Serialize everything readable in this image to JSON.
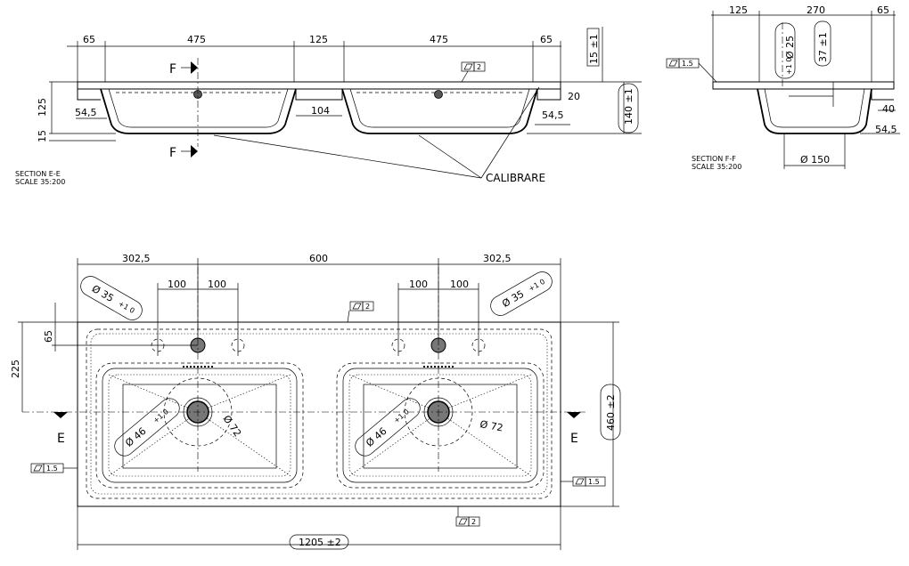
{
  "section_e": {
    "dims_top": [
      "65",
      "475",
      "125",
      "475",
      "65"
    ],
    "dim_left_125": "125",
    "dim_left_15": "15",
    "dim_54_5_left": "54,5",
    "dim_104": "104",
    "dim_15_pm1": "15 ±1",
    "dim_20": "20",
    "dim_54_5_right": "54,5",
    "dim_140_pm1": "140 ±1",
    "flatness": "2",
    "section_marker": "F",
    "callout": "CALIBRARE",
    "caption_line1": "SECTION E-E",
    "caption_line2": "SCALE 35:200"
  },
  "section_f": {
    "dim_125": "125",
    "dim_270": "270",
    "dim_65": "65",
    "dia_25": "Ø 25",
    "tol_25": "+1 0",
    "dim_37": "37 ±1",
    "flatness": "1.5",
    "dim_40": "40",
    "dim_54_5": "54,5",
    "dia_150": "Ø 150",
    "caption_line1": "SECTION F-F",
    "caption_line2": "SCALE 35:200"
  },
  "plan": {
    "dim_302_5_left": "302,5",
    "dim_600": "600",
    "dim_302_5_right": "302,5",
    "dim_100": "100",
    "dia_35": "Ø 35",
    "tol_35": "+1 0",
    "dim_65": "65",
    "dim_225": "225",
    "dim_460": "460 ±2",
    "flatness_top": "2",
    "flatness_left": "1.5",
    "flatness_right": "1.5",
    "flatness_bottom": "2",
    "dia_46": "Ø 46",
    "tol_46": "+1 0",
    "dia_72": "Ø 72",
    "section_marker": "E",
    "dim_total": "1205 ±2"
  }
}
